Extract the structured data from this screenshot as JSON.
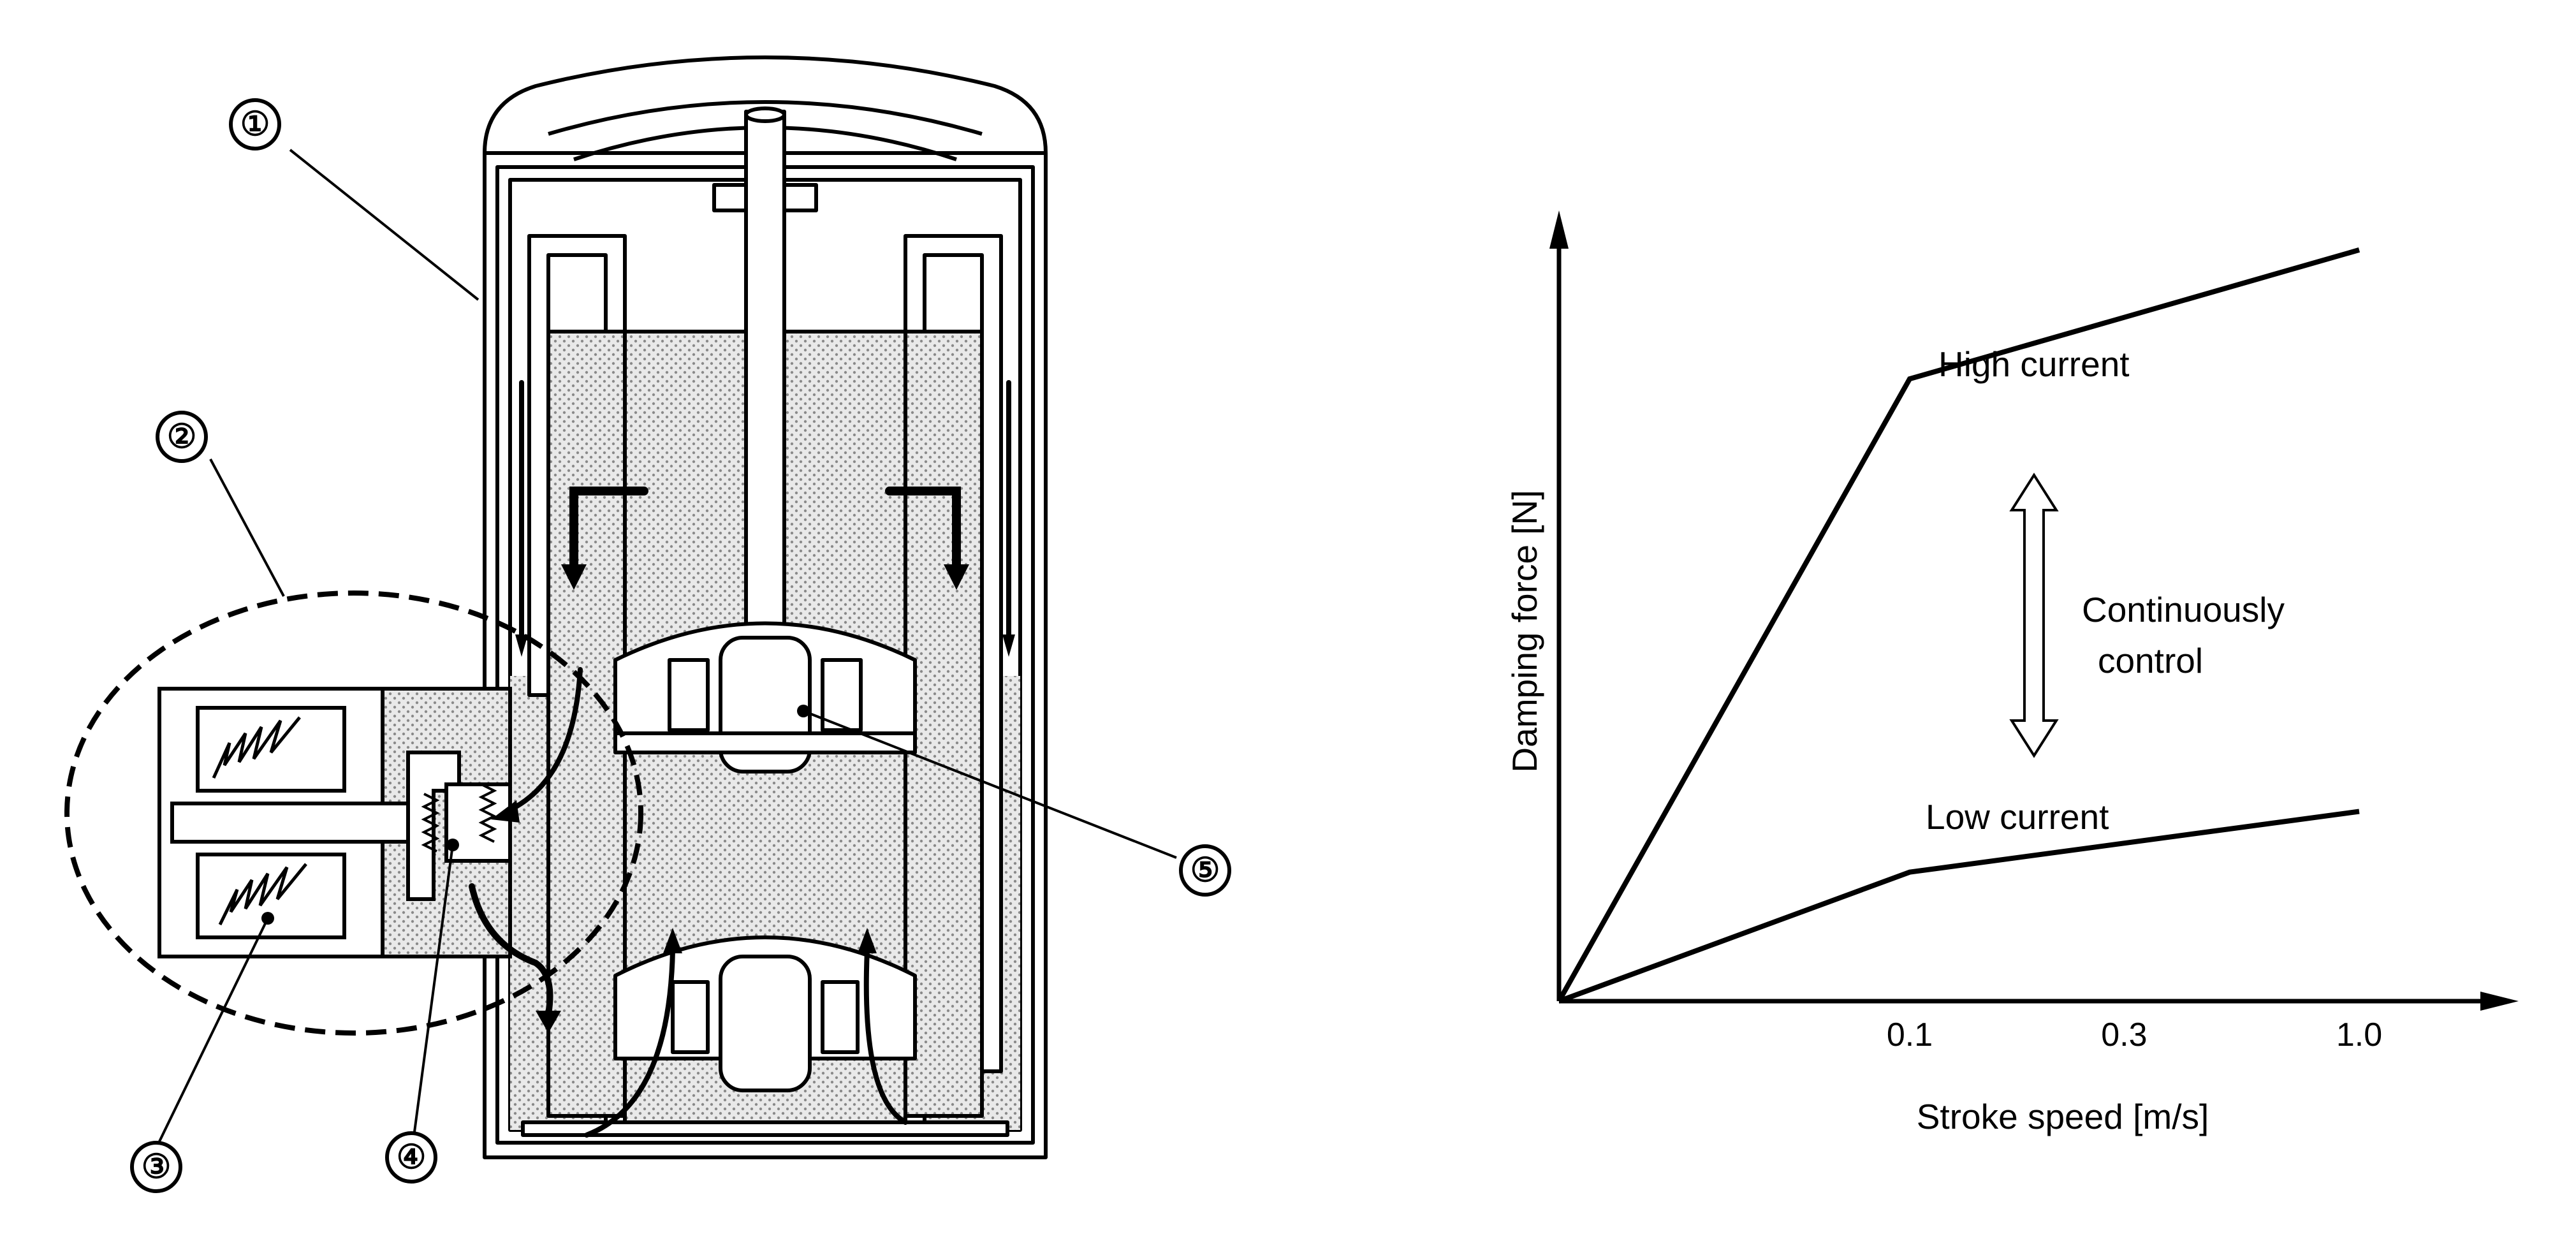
{
  "callouts": [
    "①",
    "②",
    "③",
    "④",
    "⑤"
  ],
  "chart_data": {
    "type": "line",
    "title": "",
    "xlabel": "Stroke speed [m/s]",
    "ylabel": "Damping force [N]",
    "x_ticks": [
      "0.1",
      "0.3",
      "1.0"
    ],
    "x_scale": "log",
    "grid": false,
    "series": [
      {
        "name": "High current",
        "x": [
          0.0,
          0.1,
          1.0
        ],
        "y": [
          0.0,
          0.82,
          0.99
        ]
      },
      {
        "name": "Low current",
        "x": [
          0.0,
          0.1,
          1.0
        ],
        "y": [
          0.0,
          0.17,
          0.25
        ]
      }
    ],
    "annotation": [
      "Continuously",
      "control"
    ]
  }
}
